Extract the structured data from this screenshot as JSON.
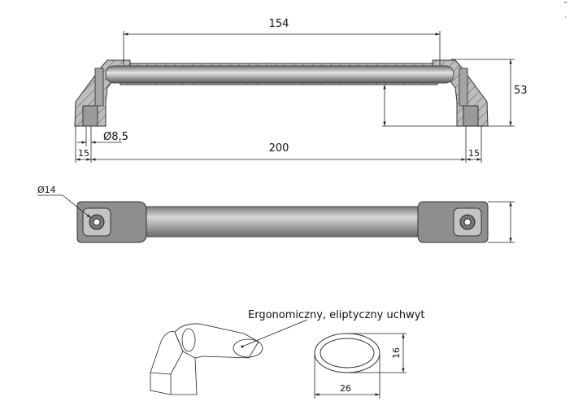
{
  "side_view": {
    "dim_center_distance": "154",
    "dim_height": "53",
    "dim_hole_diameter": "Ø8,5",
    "dim_total_length": "200",
    "dim_left_offset": "15",
    "dim_right_offset": "15"
  },
  "top_view": {
    "dim_head_diameter": "Ø14"
  },
  "detail": {
    "label": "Ergonomiczny, eliptyczny uchwyt",
    "dim_height": "16",
    "dim_width": "26"
  }
}
